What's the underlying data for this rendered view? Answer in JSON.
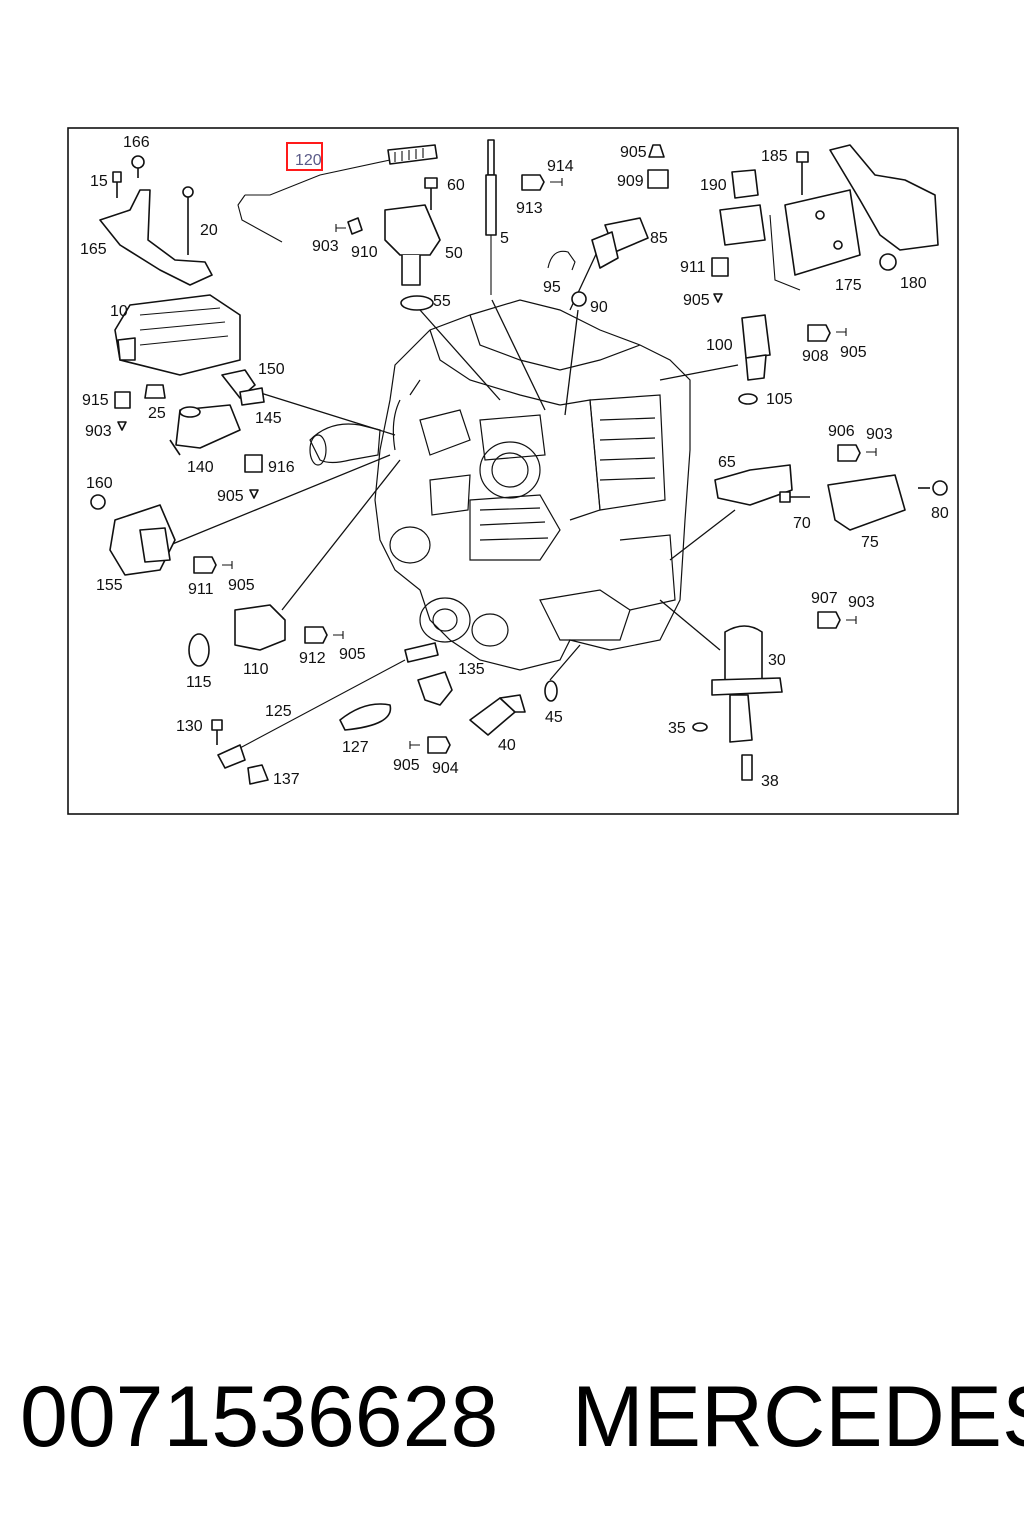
{
  "diagram": {
    "highlight_color": "#ff1a1a",
    "highlighted_part": "120",
    "callouts": [
      "166",
      "15",
      "165",
      "20",
      "120",
      "60",
      "903",
      "910",
      "50",
      "55",
      "5",
      "914",
      "913",
      "905",
      "909",
      "85",
      "95",
      "90",
      "185",
      "190",
      "911",
      "905",
      "175",
      "180",
      "10",
      "915",
      "903",
      "25",
      "150",
      "145",
      "140",
      "916",
      "905",
      "100",
      "105",
      "908",
      "905",
      "160",
      "155",
      "911",
      "905",
      "906",
      "903",
      "65",
      "70",
      "75",
      "80",
      "907",
      "903",
      "30",
      "115",
      "110",
      "912",
      "905",
      "125",
      "130",
      "137",
      "127",
      "135",
      "905",
      "904",
      "40",
      "45",
      "35",
      "38"
    ]
  },
  "footer": {
    "part_number": "0071536628",
    "brand": "MERCEDES"
  }
}
